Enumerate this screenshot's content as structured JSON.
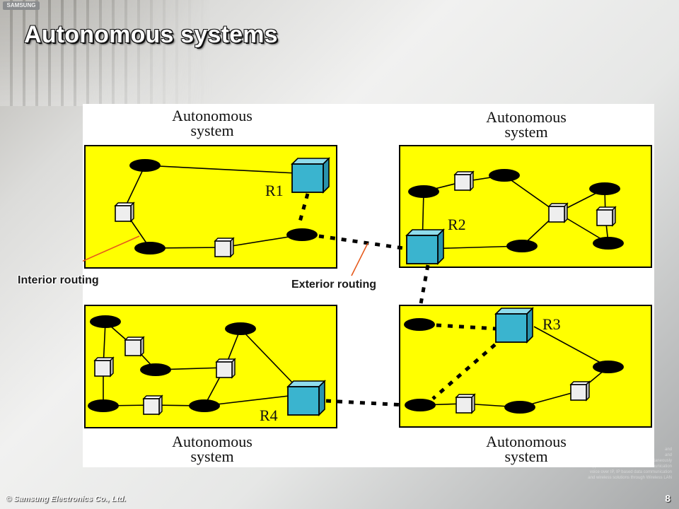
{
  "slide": {
    "title": "Autonomous systems",
    "footer": "© Samsung Electronics Co., Ltd.",
    "page_number": "8",
    "logo_text": "SAMSUNG"
  },
  "labels": {
    "interior": "Interior routing",
    "exterior": "Exterior routing"
  },
  "systems": {
    "as1": "Autonomous system",
    "as2": "Autonomous system",
    "as3": "Autonomous system",
    "as4": "Autonomous system",
    "line1": "Autonomous",
    "line2": "system"
  },
  "routers": {
    "r1": "R1",
    "r2": "R2",
    "r3": "R3",
    "r4": "R4"
  },
  "side_text": [
    "and",
    "",
    "and",
    "(the present office because it can simultaneously",
    "support both traditional voice communication",
    "voice over IP, IP based data communication",
    "and wireless solutions through Wireless LAN"
  ],
  "colors": {
    "as_fill": "#ffff00",
    "router_fill": "#3ab4cf",
    "host_fill": "#000000",
    "callout": "#e65a1c"
  }
}
